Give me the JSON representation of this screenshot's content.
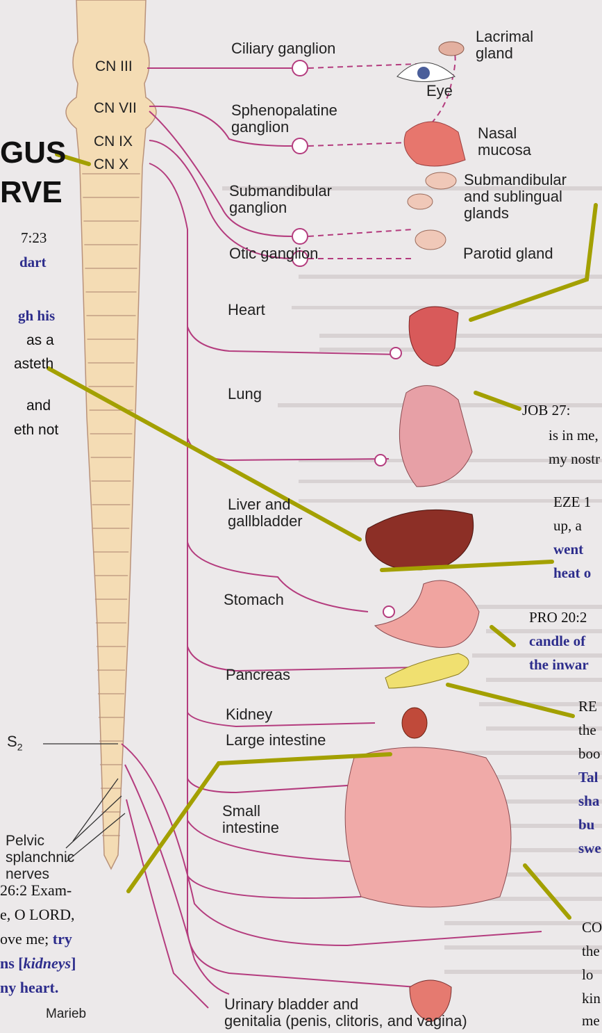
{
  "cranial": [
    "CN III",
    "CN VII",
    "CN IX",
    "CN X"
  ],
  "ganglia": {
    "ciliary": "Ciliary ganglion",
    "spheno": [
      "Sphenopalatine",
      "ganglion"
    ],
    "submand": [
      "Submandibular",
      "ganglion"
    ],
    "otic": "Otic ganglion"
  },
  "targets": {
    "lacrimal": [
      "Lacrimal",
      "gland"
    ],
    "eye": "Eye",
    "nasal": [
      "Nasal",
      "mucosa"
    ],
    "subling": [
      "Submandibular",
      "and sublingual",
      "glands"
    ],
    "parotid": "Parotid gland"
  },
  "organs": {
    "heart": "Heart",
    "lung": "Lung",
    "liver": [
      "Liver and",
      "gallbladder"
    ],
    "stomach": "Stomach",
    "pancreas": "Pancreas",
    "kidney": "Kidney",
    "large": "Large intestine",
    "small": [
      "Small",
      "intestine"
    ],
    "bladder": [
      "Urinary bladder and",
      "genitalia (penis, clitoris, and vagina)"
    ]
  },
  "spinal": {
    "s2": "S",
    "s2sub": "2",
    "pelvic": [
      "Pelvic",
      "splanchnic",
      "nerves"
    ]
  },
  "title": [
    "GUS",
    "RVE"
  ],
  "author": "Marieb",
  "left_verses": {
    "l1": "7:23",
    "l2": "dart",
    "l3": "gh his",
    "l4": "as a",
    "l5": "asteth",
    "l6": "and",
    "l7": "eth not",
    "ps1": "26:2  Exam-",
    "ps2": "e, O LORD,",
    "ps3a": "ove me; ",
    "ps3b": "try",
    "ps4a": "ns [",
    "ps4b": "kidneys",
    "ps4c": "]",
    "ps5": "ny heart."
  },
  "right_verses": {
    "job1": "JOB 27:",
    "job2": "is in me,",
    "job3": "my nostr",
    "eze1": "EZE 1",
    "eze2": "up,  a",
    "eze3": "went",
    "eze4": "heat o",
    "pro1": "PRO 20:2",
    "pro2": "candle of",
    "pro3": "the inwar",
    "re1": "RE",
    "re2": "the",
    "re3": "boo",
    "re4": "Tal",
    "re5": "sha",
    "re6": "bu",
    "re7": "swe",
    "co1": "CO",
    "co2": "the",
    "co3": "lo",
    "co4": "kin",
    "co5": "me"
  },
  "colors": {
    "nerve": "#b43c7e",
    "spine": "#f4dcb4",
    "pointer": "#a3a000",
    "verse": "#2d2d8c"
  }
}
